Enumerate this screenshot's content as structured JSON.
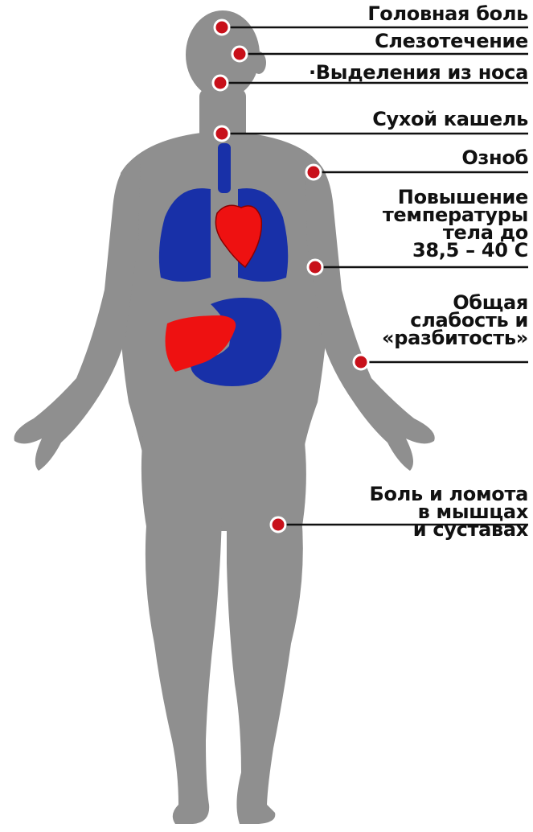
{
  "colors": {
    "body": "#8f8f8f",
    "lungs": "#1830a8",
    "organ_red": "#ee1111",
    "marker": "#c8101a",
    "leader_line": "#111111",
    "text": "#111111"
  },
  "symptoms": [
    {
      "id": "headache",
      "lines": [
        "Головная боль"
      ]
    },
    {
      "id": "tearing",
      "lines": [
        "Слезотечение"
      ]
    },
    {
      "id": "nasal-discharge",
      "lines": [
        "·Выделения из носа"
      ]
    },
    {
      "id": "dry-cough",
      "lines": [
        "Сухой кашель"
      ]
    },
    {
      "id": "chills",
      "lines": [
        "Озноб"
      ]
    },
    {
      "id": "fever",
      "lines": [
        "Повышение",
        "температуры",
        "тела до",
        "38,5 – 40 С"
      ]
    },
    {
      "id": "weakness",
      "lines": [
        "Общая",
        "слабость и",
        "«разбитость»"
      ]
    },
    {
      "id": "muscle-pain",
      "lines": [
        "Боль и ломота",
        "в мышцах",
        "и суставах"
      ]
    }
  ]
}
